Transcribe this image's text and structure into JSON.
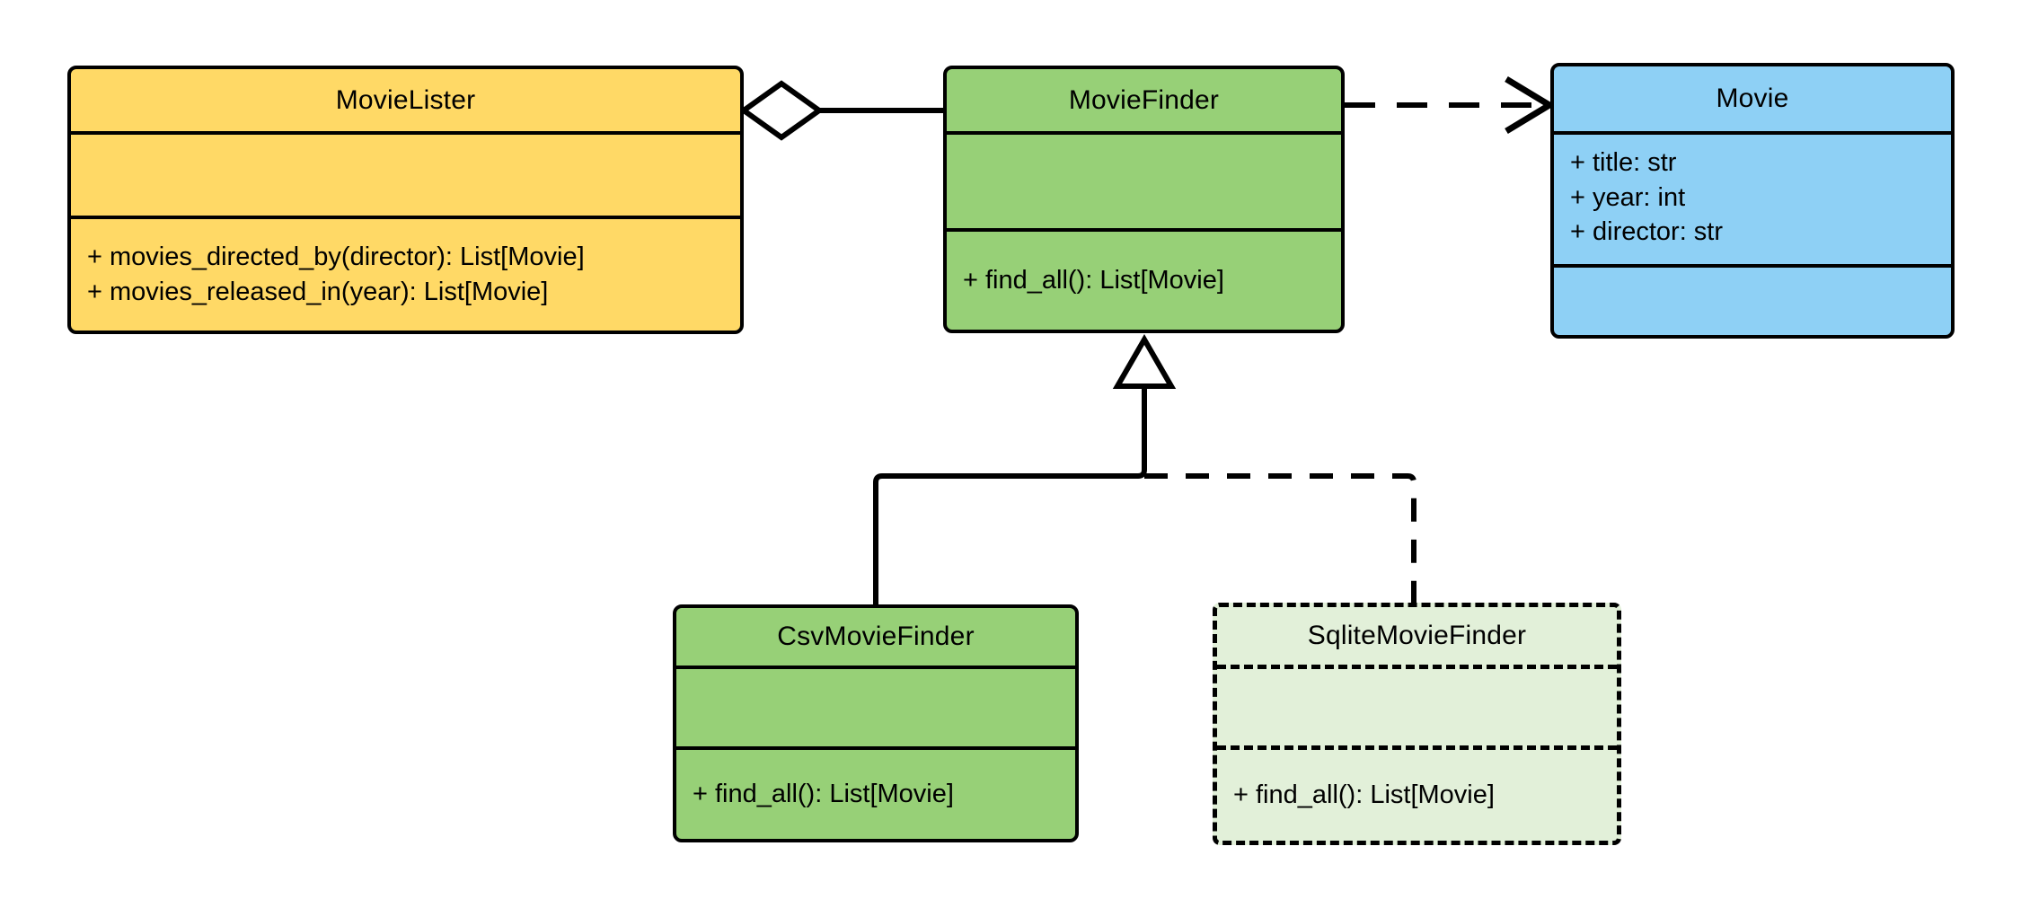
{
  "diagram": {
    "title": "Movie dependency-injection UML class diagram",
    "type": "uml-class-diagram",
    "background": "#ffffff",
    "line_color": "#000000"
  },
  "palette": {
    "lister_fill": "#ffd966",
    "finder_fill": "#97d077",
    "movie_fill": "#8ed0f5",
    "sqlite_fill": "#e2f0d9",
    "stroke": "#000000"
  },
  "classes": [
    {
      "id": "movie-lister",
      "name": "MovieLister",
      "fill": "#ffd966",
      "style": "solid",
      "attributes": [],
      "methods": [
        "+ movies_directed_by(director): List[Movie]",
        "+ movies_released_in(year): List[Movie]"
      ]
    },
    {
      "id": "movie-finder",
      "name": "MovieFinder",
      "fill": "#97d077",
      "style": "solid",
      "attributes": [],
      "methods": [
        "+ find_all(): List[Movie]"
      ]
    },
    {
      "id": "movie",
      "name": "Movie",
      "fill": "#8ed0f5",
      "style": "solid",
      "attributes": [
        "+ title: str",
        "+ year: int",
        "+ director: str"
      ],
      "methods": []
    },
    {
      "id": "csv-movie-finder",
      "name": "CsvMovieFinder",
      "fill": "#97d077",
      "style": "solid",
      "attributes": [],
      "methods": [
        "+ find_all(): List[Movie]"
      ]
    },
    {
      "id": "sqlite-movie-finder",
      "name": "SqliteMovieFinder",
      "fill": "#e2f0d9",
      "style": "dashed",
      "attributes": [],
      "methods": [
        "+ find_all(): List[Movie]"
      ]
    }
  ],
  "relationships": [
    {
      "id": "lister-aggregates-finder",
      "kind": "aggregation",
      "source": "MovieLister",
      "target": "MovieFinder",
      "line": "solid",
      "source_marker": "hollow-diamond",
      "target_marker": "none"
    },
    {
      "id": "finder-depends-movie",
      "kind": "dependency",
      "source": "MovieFinder",
      "target": "Movie",
      "line": "dashed",
      "source_marker": "none",
      "target_marker": "open-arrow"
    },
    {
      "id": "csv-inherits-finder",
      "kind": "generalization",
      "source": "CsvMovieFinder",
      "target": "MovieFinder",
      "line": "solid",
      "source_marker": "none",
      "target_marker": "hollow-triangle"
    },
    {
      "id": "sqlite-inherits-finder",
      "kind": "generalization",
      "source": "SqliteMovieFinder",
      "target": "MovieFinder",
      "line": "dashed",
      "source_marker": "none",
      "target_marker": "hollow-triangle"
    }
  ]
}
